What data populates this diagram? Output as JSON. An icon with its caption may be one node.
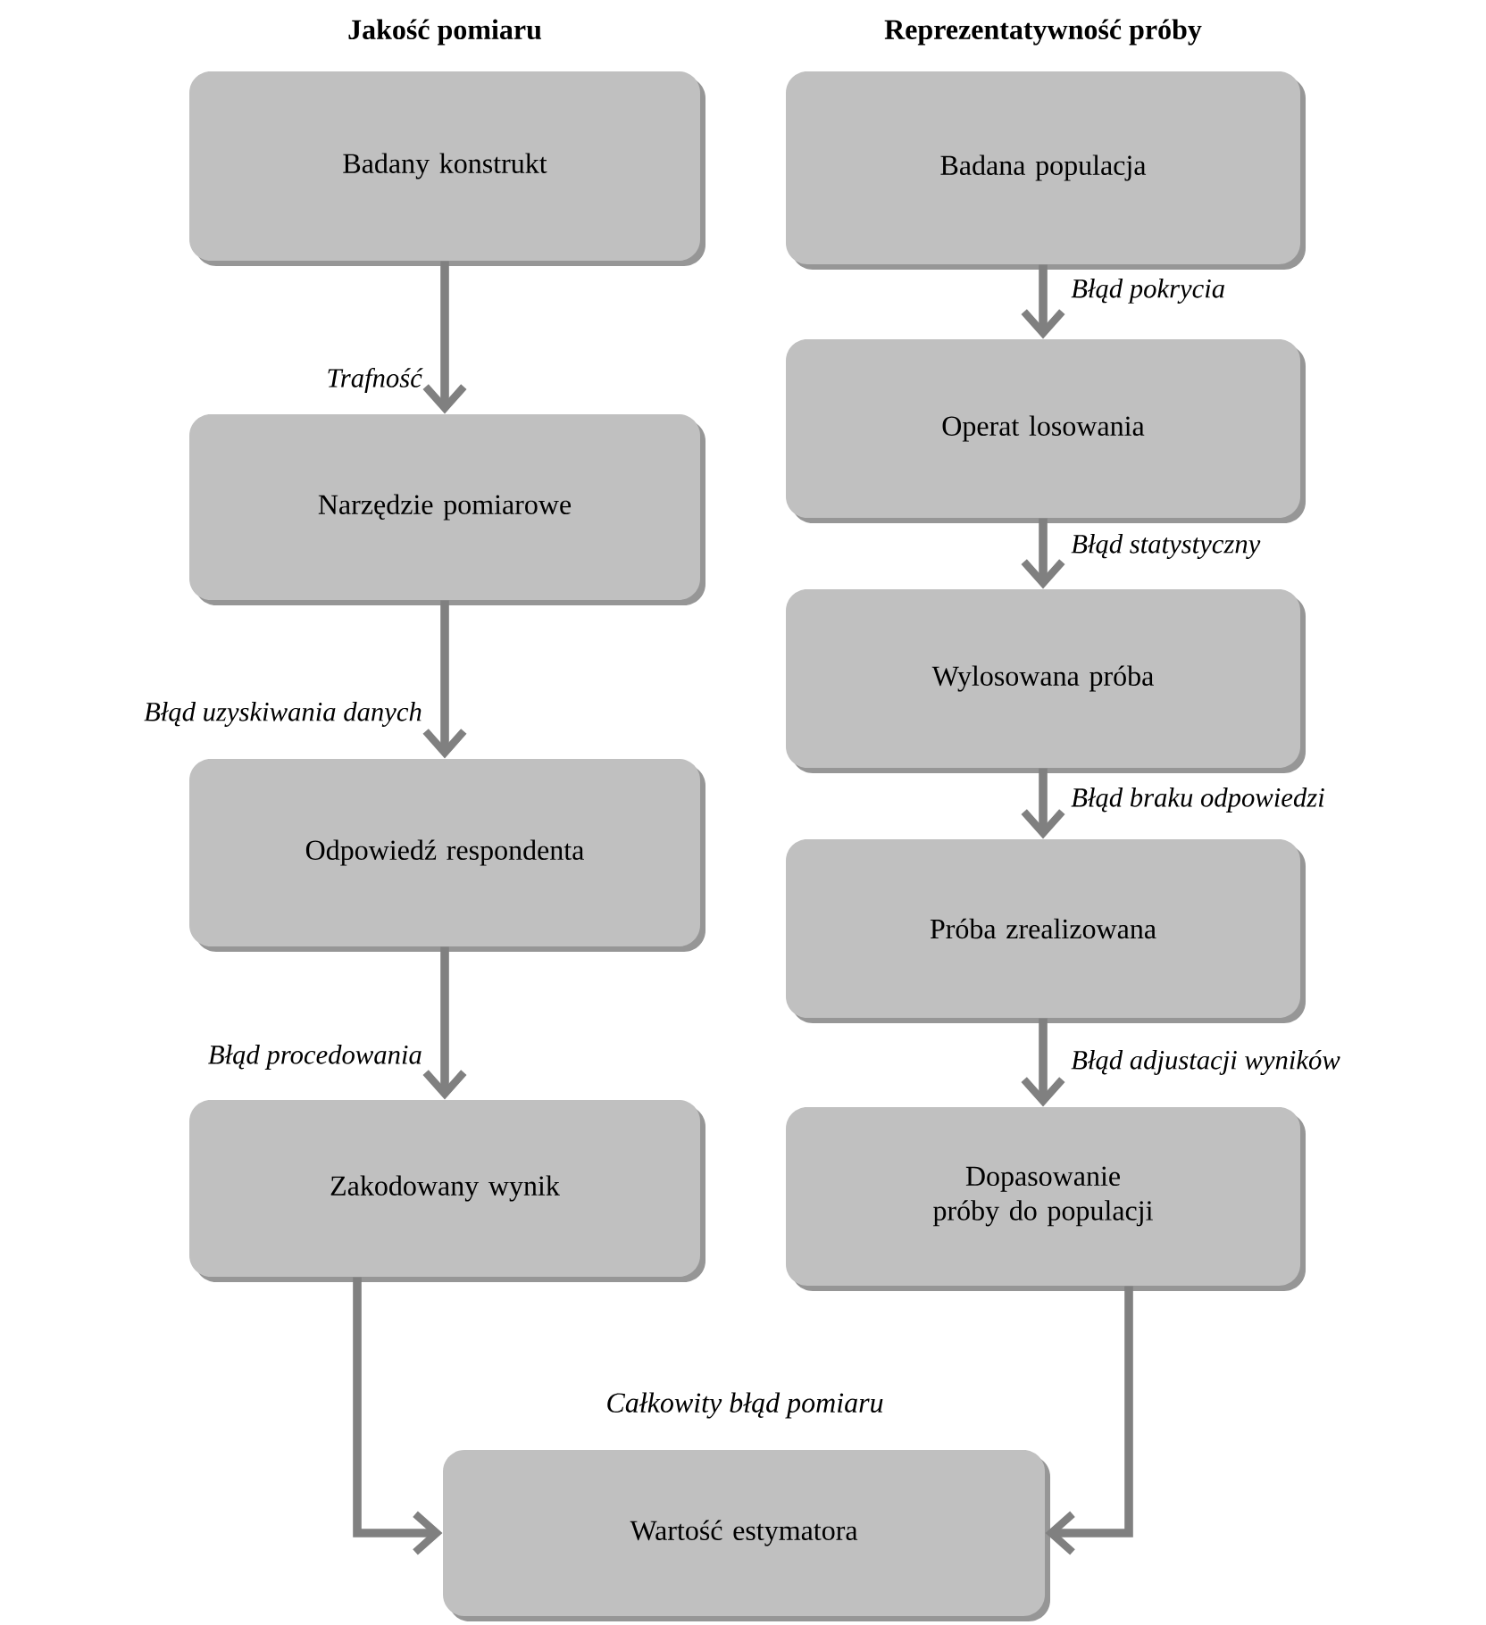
{
  "diagram": {
    "nodes": [
      {
        "text": [
          "Badany konstrukt"
        ]
      },
      {
        "text": [
          "Narzędzie pomiarowe"
        ]
      },
      {
        "text": [
          "Odpowiedź respondenta"
        ]
      },
      {
        "text": [
          "Zakodowany wynik"
        ]
      },
      {
        "text": [
          "Badana populacja"
        ]
      },
      {
        "text": [
          "Operat losowania"
        ]
      },
      {
        "text": [
          "Wylosowana próba"
        ]
      },
      {
        "text": [
          "Próba zrealizowana"
        ]
      },
      {
        "text": [
          "Dopasowanie próby do populacji"
        ]
      },
      {
        "text": [
          "Wartość estymatora"
        ]
      }
    ],
    "edges": [
      {
        "from": 0,
        "to": 1,
        "arrow": "to",
        "label": "Trafność"
      },
      {
        "from": 1,
        "to": 2,
        "arrow": "to",
        "label": "Błąd uzyskiwania danych"
      },
      {
        "from": 2,
        "to": 3,
        "arrow": "to",
        "label": "Błąd procedowania"
      },
      {
        "from": 4,
        "to": 5,
        "arrow": "to",
        "label": "Błąd pokrycia"
      },
      {
        "from": 5,
        "to": 6,
        "arrow": "to",
        "label": "Błąd statystyczny"
      },
      {
        "from": 6,
        "to": 7,
        "arrow": "to",
        "label": "Błąd braku odpowiedzi"
      },
      {
        "from": 7,
        "to": 8,
        "arrow": "to",
        "label": "Błąd adjustacji wyników"
      },
      {
        "from": 3,
        "to": 9,
        "arrow": "to"
      },
      {
        "from": 8,
        "to": 9,
        "arrow": "to"
      }
    ],
    "labels": [
      "Jakość pomiaru",
      "Reprezentatywność próby",
      "Całkowity błąd pomiaru"
    ]
  }
}
